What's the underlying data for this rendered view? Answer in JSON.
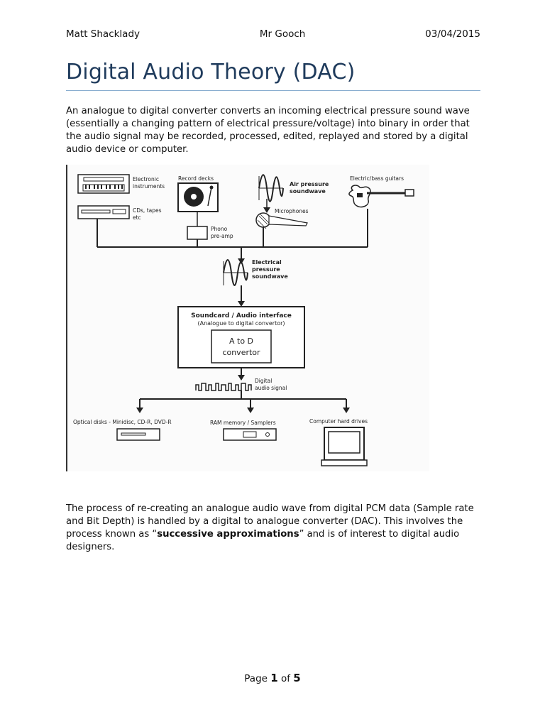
{
  "header": {
    "author": "Matt Shacklady",
    "teacher": "Mr Gooch",
    "date": "03/04/2015"
  },
  "title": "Digital Audio Theory (DAC)",
  "intro_paragraph": "An analogue to digital converter converts an incoming electrical pressure sound wave (essentially a changing pattern of electrical pressure/voltage) into binary in order that the audio signal may be recorded, processed, edited, replayed and stored by a digital audio device or computer.",
  "diagram": {
    "electronic_instruments": "Electronic instruments",
    "cds_tapes": "CDs, tapes etc",
    "record_decks": "Record decks",
    "phono_preamp": "Phono pre-amp",
    "air_pressure": "Air pressure soundwave",
    "microphones": "Microphones",
    "guitars": "Electric/bass guitars",
    "electrical_pressure": "Electrical pressure soundwave",
    "soundcard": "Soundcard / Audio interface",
    "soundcard_sub": "(Analogue to digital convertor)",
    "atod_line1": "A to D",
    "atod_line2": "convertor",
    "digital_signal": "Digital audio signal",
    "optical": "Optical disks - Minidisc, CD-R, DVD-R",
    "ram": "RAM memory / Samplers",
    "hard_drives": "Computer hard drives"
  },
  "process_paragraph": {
    "before": "The process of re-creating an analogue audio wave from digital PCM data (Sample rate and Bit Depth) is handled by a digital to analogue converter (DAC). This involves the process known as “",
    "bold": "successive approximations",
    "after": "” and is of interest to digital audio designers."
  },
  "footer": {
    "page_word": "Page",
    "current": "1",
    "of_word": "of",
    "total": "5"
  }
}
